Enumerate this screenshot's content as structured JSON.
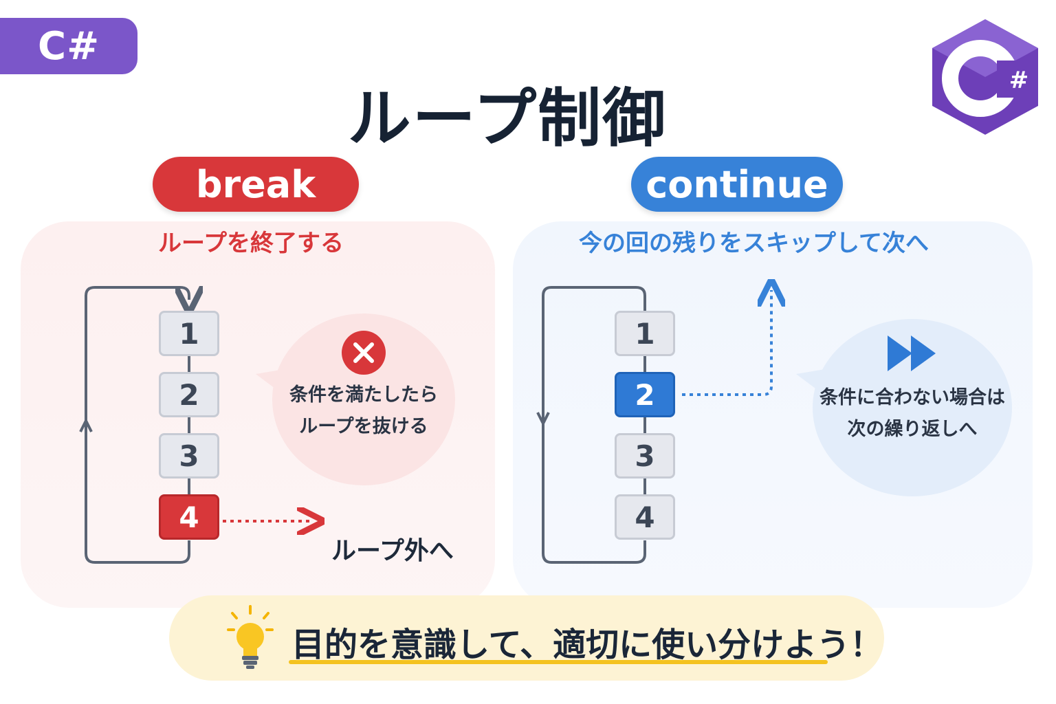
{
  "tag": {
    "label": "C#"
  },
  "logo": {
    "text": "C",
    "hash": "#"
  },
  "title": "ループ制御",
  "break_section": {
    "label": "break",
    "subtitle": "ループを終了する",
    "steps": [
      "1",
      "2",
      "3",
      "4"
    ],
    "highlight_step": "4",
    "bubble_line1": "条件を満たしたら",
    "bubble_line2": "ループを抜ける",
    "exit_label": "ループ外へ"
  },
  "continue_section": {
    "label": "continue",
    "subtitle": "今の回の残りをスキップして次へ",
    "steps": [
      "1",
      "2",
      "3",
      "4"
    ],
    "highlight_step": "2",
    "bubble_line1": "条件に合わない場合は",
    "bubble_line2": "次の繰り返しへ"
  },
  "tip": {
    "text": "目的を意識して、適切に使い分けよう！"
  },
  "colors": {
    "red": "#d8373a",
    "blue": "#3782d8",
    "purple": "#7b56c9",
    "yellow": "#f4c21f"
  }
}
